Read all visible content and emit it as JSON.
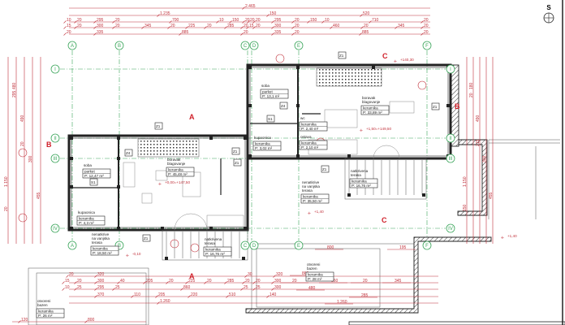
{
  "north": {
    "label": "S"
  },
  "grid_axes": {
    "columns": [
      "A",
      "B",
      "C",
      "D",
      "E",
      "F"
    ],
    "rows": [
      "I",
      "II",
      "III",
      "IV"
    ]
  },
  "sections": {
    "a": "A",
    "b": "B",
    "c": "C"
  },
  "dimensions": {
    "top": [
      [
        "2.465"
      ],
      [
        "1.235",
        "150",
        "520"
      ],
      [
        "10",
        "20",
        "295",
        "20",
        "700",
        "10",
        "150",
        "20",
        "20",
        "20",
        "295",
        "20",
        "150",
        "10",
        "710",
        "20"
      ],
      [
        "15",
        "20",
        "300",
        "20",
        "345",
        "20",
        "225",
        "20",
        "285",
        "20",
        "15",
        "20",
        "300",
        "20",
        "460",
        "20",
        "345",
        "20"
      ],
      [
        "20",
        "335",
        "885",
        "20",
        "335",
        "20",
        "885",
        "20"
      ]
    ],
    "bottom": [
      [
        "20",
        "320",
        "30",
        "320"
      ],
      [
        "15",
        "20",
        "300",
        "40",
        "205",
        "20",
        "225",
        "20",
        "285",
        "20",
        "20",
        "300"
      ],
      [
        "10",
        "25",
        "295",
        "25",
        "860",
        "25",
        "25",
        "300"
      ],
      [
        "370",
        "110",
        "205",
        "220",
        "510",
        "140"
      ],
      [
        "1.260"
      ],
      [
        "120",
        "800"
      ],
      [
        "800",
        "195",
        "860",
        "20",
        "860",
        "20",
        "345",
        "480",
        "1.260",
        "285"
      ]
    ],
    "left": [
      "1.150",
      "480",
      "490",
      "300",
      "455",
      "20",
      "295",
      "20"
    ],
    "right": [
      "1.150",
      "180",
      "490",
      "300",
      "455",
      "150",
      "20",
      "215"
    ]
  },
  "elevations": [
    "+140,30",
    "+1,50=+149,50",
    "+0,00=+147,50",
    "+1,40",
    "+1,40",
    "-0,10"
  ],
  "element_tags": [
    "Z1",
    "Z1",
    "Z1",
    "Z1",
    "Z1",
    "Z4",
    "Z4",
    "S1",
    "S1",
    "Z1",
    "Z1"
  ],
  "rooms": [
    {
      "name": "soba",
      "floor": "parket",
      "area": "P: 12,47 m²"
    },
    {
      "name": "boravak blagovanje",
      "floor": "keramika",
      "area": "P: 45,48 m²"
    },
    {
      "name": "kupaonica",
      "floor": "keramika",
      "area": "P: 4,3 m²"
    },
    {
      "name": "soba",
      "floor": "parket",
      "area": "P: 13,1 m²"
    },
    {
      "name": "boravak blagovanje",
      "floor": "keramika",
      "area": "P: 33,89 m²"
    },
    {
      "name": "kupaonica",
      "floor": "keramika",
      "area": "P: 3,02 m²"
    },
    {
      "name": "nenatkrive na vanjska terasa",
      "floor": "keramika",
      "area": "P: 18,50 m²"
    },
    {
      "name": "natkrivena terasa",
      "floor": "keramika",
      "area": "P: 16,76 m²"
    },
    {
      "name": "natkrivena terasa",
      "floor": "keramika",
      "area": "P: 16,76 m²"
    },
    {
      "name": "nenatkrive na vanjska terasa",
      "floor": "keramika",
      "area": "P: 35,50 m²"
    },
    {
      "name": "otvoreni bazen",
      "floor": "keramika",
      "area": "P: 26 m²"
    },
    {
      "name": "otvoreni bazen",
      "floor": "keramika",
      "area": "P: 28 m²"
    },
    {
      "name": "wc",
      "floor": "keramika",
      "area": "P: 2,40 m²"
    },
    {
      "name": "ostava",
      "floor": "keramika",
      "area": "P: 2,10 m²"
    }
  ],
  "colors": {
    "dimension": "#c0303a",
    "grid": "#3aa55a",
    "wall": "#222222",
    "section": "#d0202a"
  }
}
